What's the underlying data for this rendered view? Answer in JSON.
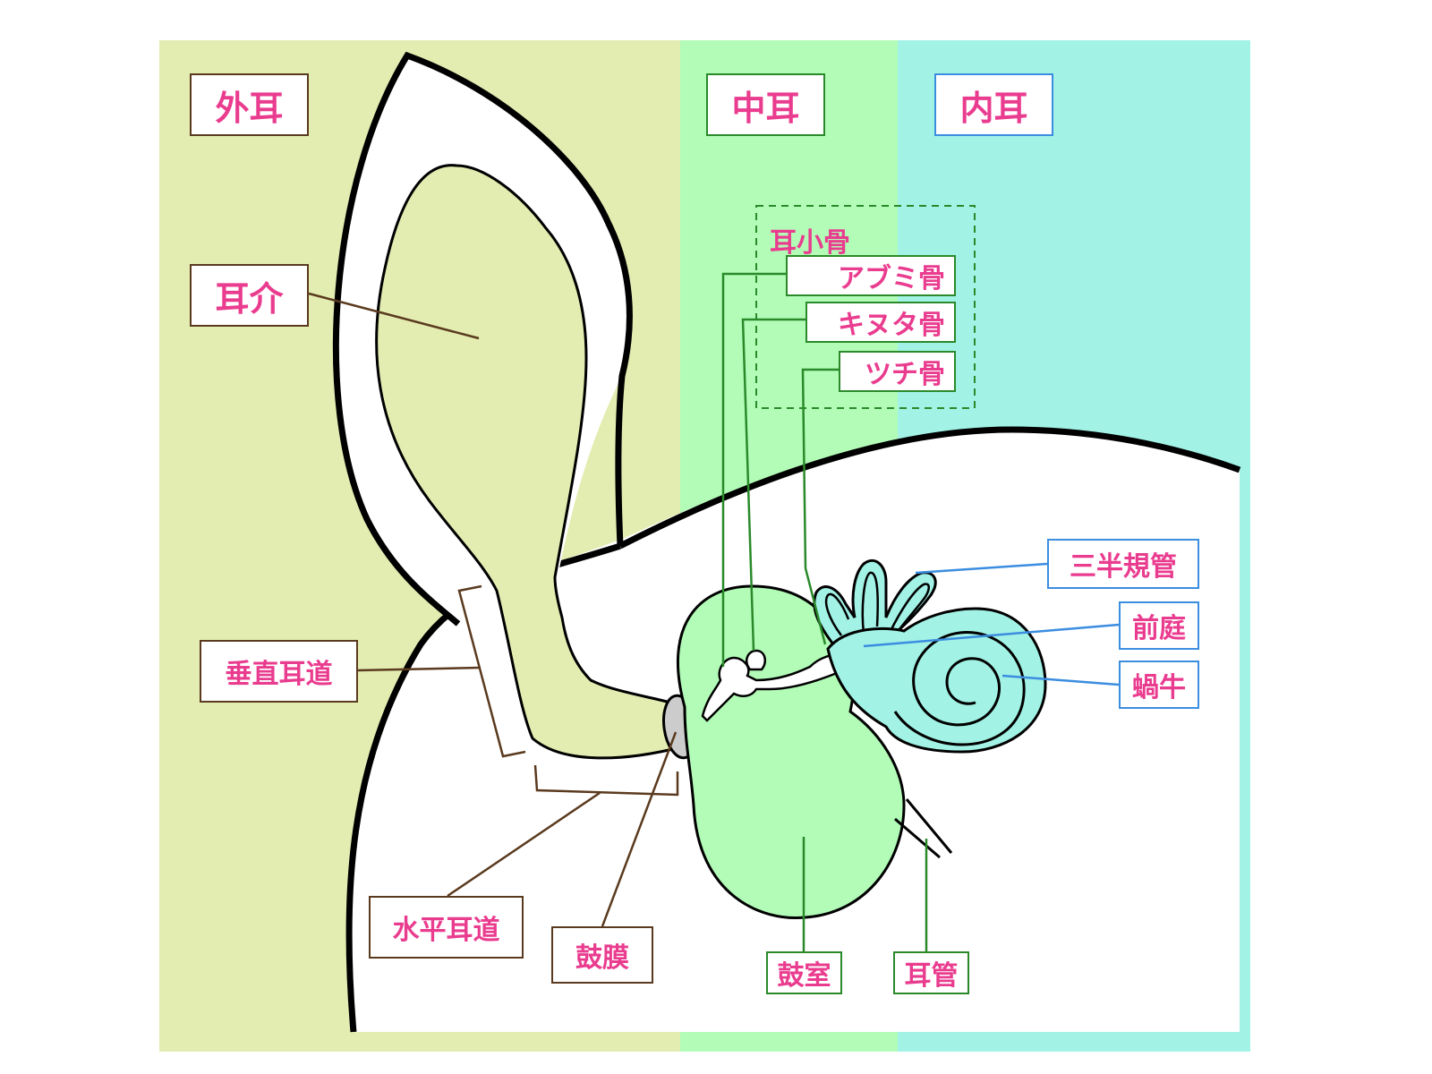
{
  "regions": {
    "outer_ear": "外耳",
    "middle_ear": "中耳",
    "inner_ear": "内耳"
  },
  "labels": {
    "auricle": "耳介",
    "vertical_canal": "垂直耳道",
    "horizontal_canal": "水平耳道",
    "eardrum": "鼓膜",
    "ossicles": "耳小骨",
    "stapes": "アブミ骨",
    "incus": "キヌタ骨",
    "malleus": "ツチ骨",
    "tympanic_cavity": "鼓室",
    "eustachian_tube": "耳管",
    "semicircular_canals": "三半規管",
    "vestibule": "前庭",
    "cochlea": "蝸牛"
  },
  "colors": {
    "outer_bg": "#e3edb1",
    "middle_bg": "#b2fcb8",
    "inner_bg": "#a2f2e6",
    "text": "#ea3c8f",
    "outer_line": "#5a3a1e",
    "middle_line": "#2a8a2a",
    "inner_line": "#3b8de0",
    "middle_fill": "#b2fcb8",
    "inner_fill": "#a2f2e6",
    "eardrum_fill": "#cccccc"
  }
}
